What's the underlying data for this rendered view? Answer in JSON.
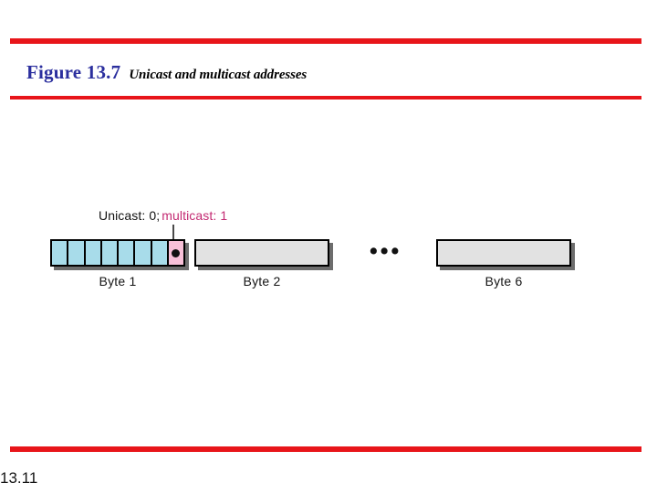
{
  "slide": {
    "figure_number": "Figure 13.7",
    "figure_caption": "Unicast and multicast addresses",
    "slide_number": "13.11",
    "accent_color": "#e8151a",
    "figure_number_color": "#2b2f9e"
  },
  "diagram": {
    "annotation": {
      "unicast_text": "Unicast: 0;",
      "multicast_text": "multicast: 1",
      "unicast_color": "#111111",
      "multicast_color": "#c32a72"
    },
    "bytes": [
      {
        "label": "Byte 1",
        "kind": "bit-cells",
        "cell_count": 8,
        "cell_fill": "#a8dcea",
        "highlight_index": 7,
        "highlight_fill": "#f8c0d8",
        "has_bit_marker": true
      },
      {
        "label": "Byte 2",
        "kind": "plain",
        "fill": "#e2e2e2"
      },
      {
        "label": "Byte 6",
        "kind": "plain",
        "fill": "#e2e2e2"
      }
    ],
    "ellipsis": "•••"
  }
}
